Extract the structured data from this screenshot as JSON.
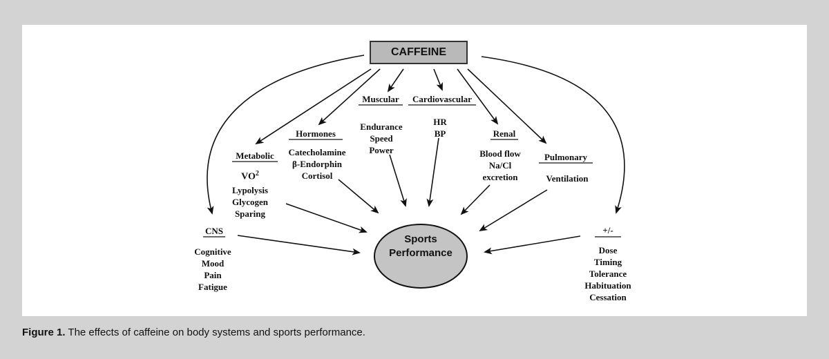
{
  "diagram": {
    "source": "CAFFEINE",
    "target": [
      "Sports",
      "Performance"
    ],
    "nodes": {
      "metabolic": {
        "header": "Metabolic",
        "vo_base": "VO",
        "vo_sup": "2",
        "items": [
          "Lypolysis",
          "Glycogen",
          "Sparing"
        ]
      },
      "hormones": {
        "header": "Hormones",
        "items": [
          "Catecholamine",
          "β-Endorphin",
          "Cortisol"
        ]
      },
      "muscular": {
        "header": "Muscular",
        "items": [
          "Endurance",
          "Speed",
          "Power"
        ]
      },
      "cardiovascular": {
        "header": "Cardiovascular",
        "items": [
          "HR",
          "BP"
        ]
      },
      "renal": {
        "header": "Renal",
        "items": [
          "Blood flow",
          "Na/Cl",
          "excretion"
        ]
      },
      "pulmonary": {
        "header": "Pulmonary",
        "items": [
          "Ventilation"
        ]
      },
      "cns": {
        "header": "CNS",
        "items": [
          "Cognitive",
          "Mood",
          "Pain",
          "Fatigue"
        ]
      },
      "modifiers": {
        "header": "+/-",
        "items": [
          "Dose",
          "Timing",
          "Tolerance",
          "Habituation",
          "Cessation"
        ]
      }
    },
    "colors": {
      "box_fill": "#b9b9b9",
      "ellipse_fill": "#c4c4c4",
      "stroke": "#111111"
    }
  },
  "caption": {
    "label": "Figure 1.",
    "text": "The effects of caffeine on body systems and sports performance."
  }
}
